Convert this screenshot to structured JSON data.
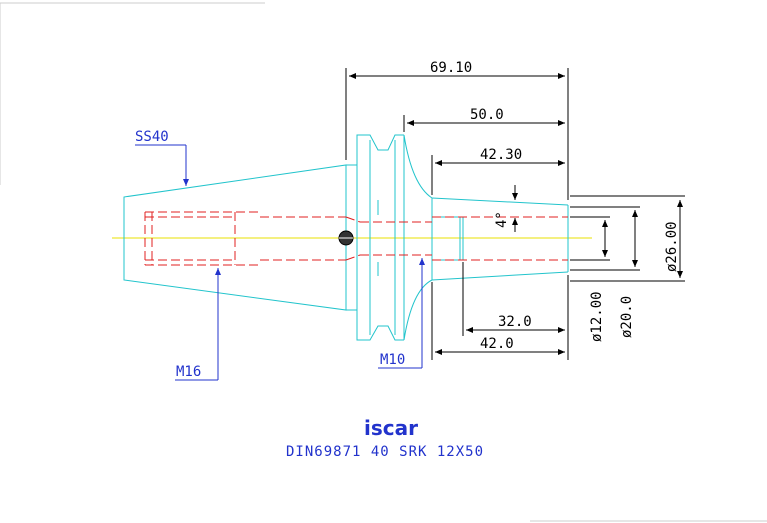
{
  "colors": {
    "outline": "#22c4cc",
    "hidden": "#e02020",
    "center": "#e8e000",
    "dimension": "#000000",
    "label": "#2233cc"
  },
  "dimensions": {
    "overall_length": "69.10",
    "length_50": "50.0",
    "length_42_30": "42.30",
    "angle": "4°",
    "diameter_26": "ø26.00",
    "diameter_20": "ø20.0",
    "diameter_12": "ø12.00",
    "length_32": "32.0",
    "length_42": "42.0"
  },
  "labels": {
    "taper": "SS40",
    "thread_m16": "M16",
    "thread_m10": "M10"
  },
  "caption": {
    "logo": "iscar",
    "designation": "DIN69871 40 SRK 12X50"
  }
}
